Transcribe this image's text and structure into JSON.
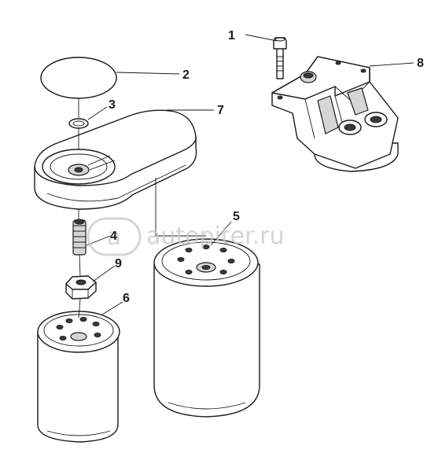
{
  "diagram": {
    "callouts": [
      {
        "id": "1",
        "text": "1"
      },
      {
        "id": "2",
        "text": "2"
      },
      {
        "id": "3",
        "text": "3"
      },
      {
        "id": "4",
        "text": "4"
      },
      {
        "id": "5",
        "text": "5"
      },
      {
        "id": "6",
        "text": "6"
      },
      {
        "id": "7",
        "text": "7"
      },
      {
        "id": "8",
        "text": "8"
      },
      {
        "id": "9",
        "text": "9"
      }
    ],
    "watermark": {
      "logo_letter": "a",
      "text": "autopiter.ru"
    }
  },
  "colors": {
    "line": "#1a1a1a",
    "shade": "#d6d6d6",
    "watermark": "#c8c8c8"
  }
}
